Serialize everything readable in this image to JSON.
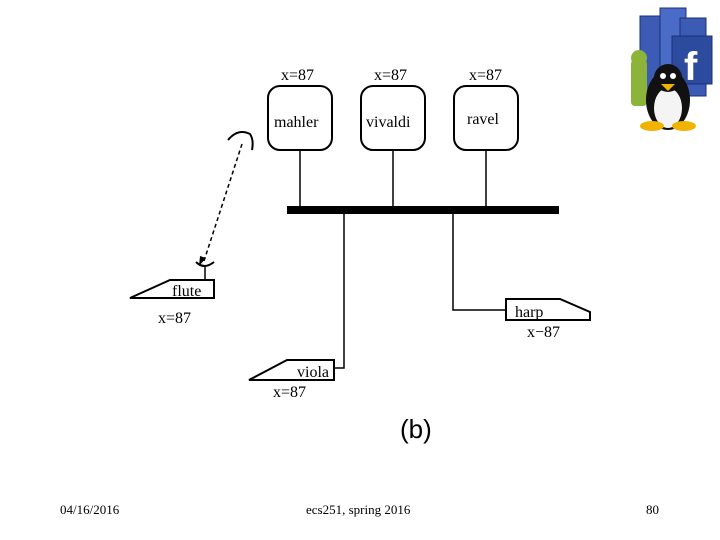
{
  "machines": [
    {
      "name": "mahler",
      "value": "x=87"
    },
    {
      "name": "vivaldi",
      "value": "x=87"
    },
    {
      "name": "ravel",
      "value": "x=87"
    }
  ],
  "disk_nodes": [
    {
      "name": "flute",
      "value": "x=87"
    },
    {
      "name": "viola",
      "value": "x=87"
    },
    {
      "name": "harp",
      "value": "x−87"
    }
  ],
  "caption": "(b)",
  "footer": {
    "date": "04/16/2016",
    "course": "ecs251, spring 2016",
    "page": "80"
  },
  "logos": [
    "facebook-logo",
    "android-logo",
    "linux-tux-logo"
  ]
}
